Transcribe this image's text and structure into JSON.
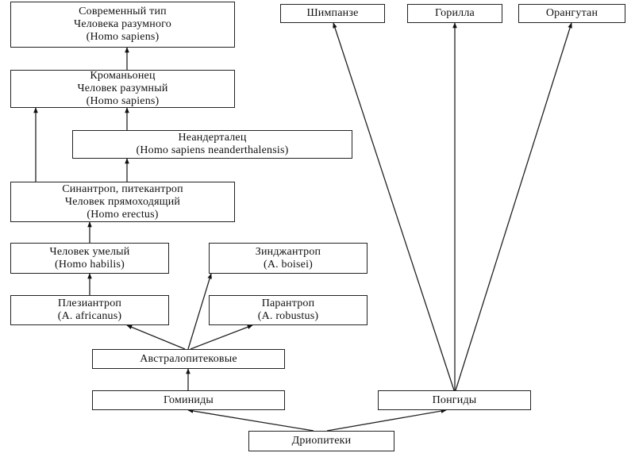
{
  "diagram": {
    "nodes": {
      "modern": [
        "Современный тип",
        "Человека разумного",
        "(Homo sapiens)"
      ],
      "cromagnon": [
        "Кроманьонец",
        "Человек разумный",
        "(Homo sapiens)"
      ],
      "neanderthal": [
        "Неандерталец",
        "(Homo sapiens neanderthalensis)"
      ],
      "erectus": [
        "Синантроп, питекантроп",
        "Человек прямоходящий",
        "(Homo erectus)"
      ],
      "habilis": [
        "Человек умелый",
        "(Homo habilis)"
      ],
      "zinjanthropus": [
        "Зинджантроп",
        "(A. boisei)"
      ],
      "plesianthropus": [
        "Плезиантроп",
        "(A. africanus)"
      ],
      "paranthropus": [
        "Парантроп",
        "(A. robustus)"
      ],
      "australopithecines": [
        "Австралопитековые"
      ],
      "hominids": [
        "Гоминиды"
      ],
      "pongids": [
        "Понгиды"
      ],
      "dryopithecus": [
        "Дриопитеки"
      ],
      "chimpanzee": [
        "Шимпанзе"
      ],
      "gorilla": [
        "Горилла"
      ],
      "orangutan": [
        "Орангутан"
      ]
    }
  }
}
